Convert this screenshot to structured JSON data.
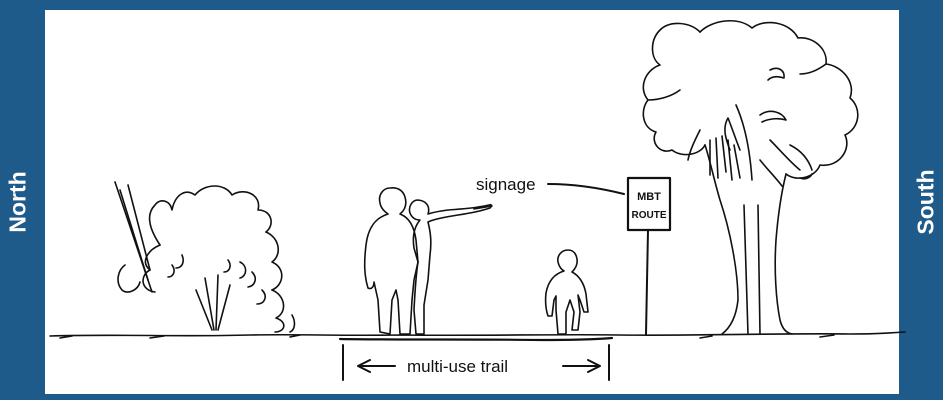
{
  "sides": {
    "left_label": "North",
    "right_label": "South"
  },
  "annotations": {
    "signage_label": "signage",
    "trail_label": "multi-use trail",
    "sign_line1": "MBT",
    "sign_line2": "ROUTE"
  },
  "colors": {
    "frame": "#1e5a8a",
    "panel": "#ffffff",
    "ink": "#111111"
  }
}
